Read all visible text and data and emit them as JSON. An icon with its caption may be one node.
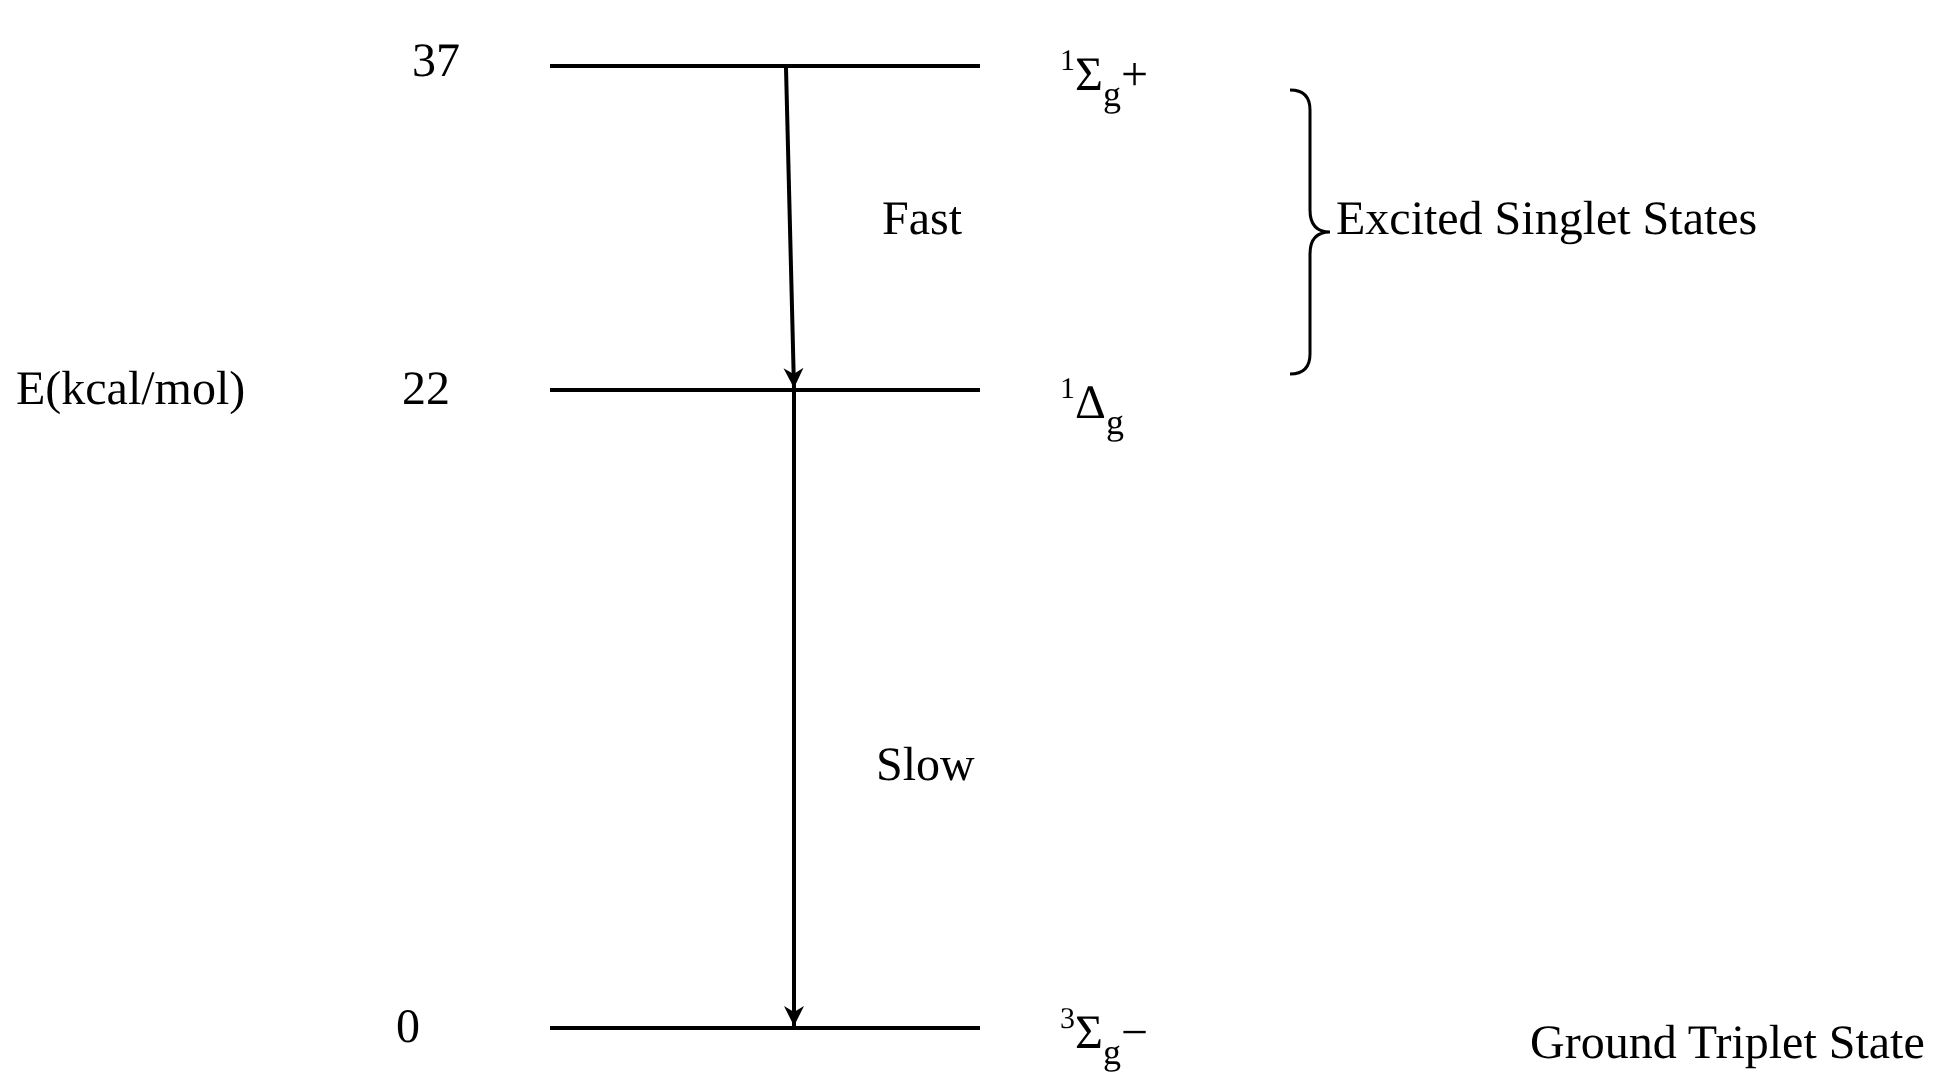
{
  "diagram": {
    "nodes": [
      {
        "text": [],
        "shape": "bar",
        "beside": [
          "37",
          "$^{1}$Σ$_{g}$+"
        ]
      },
      {
        "text": [],
        "shape": "bar",
        "beside": [
          "22",
          "$^{1}$Δ$_{g}$"
        ]
      },
      {
        "text": [],
        "shape": "bar",
        "beside": [
          "0",
          "$^{3}$Σ$_{g}$−"
        ]
      }
    ],
    "edges": [
      {
        "from": 0,
        "to": 1,
        "arrow": "to",
        "label": "Fast"
      },
      {
        "from": 1,
        "to": 2,
        "arrow": "to",
        "label": "Slow"
      }
    ],
    "labels": [
      "E(kcal/mol)",
      "Excited Singlet States",
      "Ground Triplet State"
    ]
  }
}
